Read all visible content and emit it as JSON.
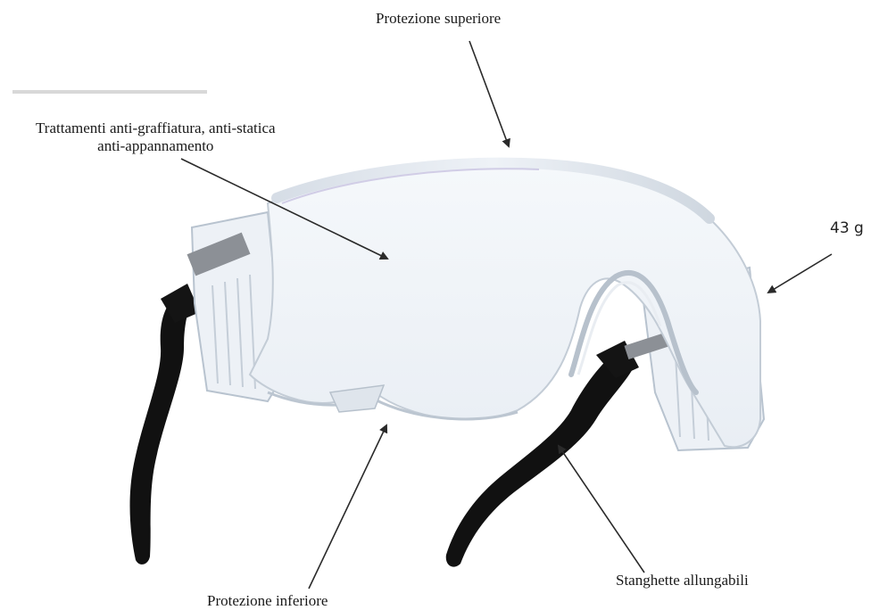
{
  "labels": {
    "top_protection": "Protezione superiore",
    "treatments_line1": "Trattamenti anti-graffiatura, anti-statica",
    "treatments_line2": "anti-appannamento",
    "weight": "43 g",
    "bottom_protection": "Protezione inferiore",
    "temples": "Stanghette allungabili"
  },
  "colors": {
    "frame_black": "#111111",
    "lens_edge": "#c9d2dc",
    "lens_tint": "#eef3f8",
    "arrow": "#2a2a2a",
    "lavender_edge": "#b9b0d8"
  }
}
